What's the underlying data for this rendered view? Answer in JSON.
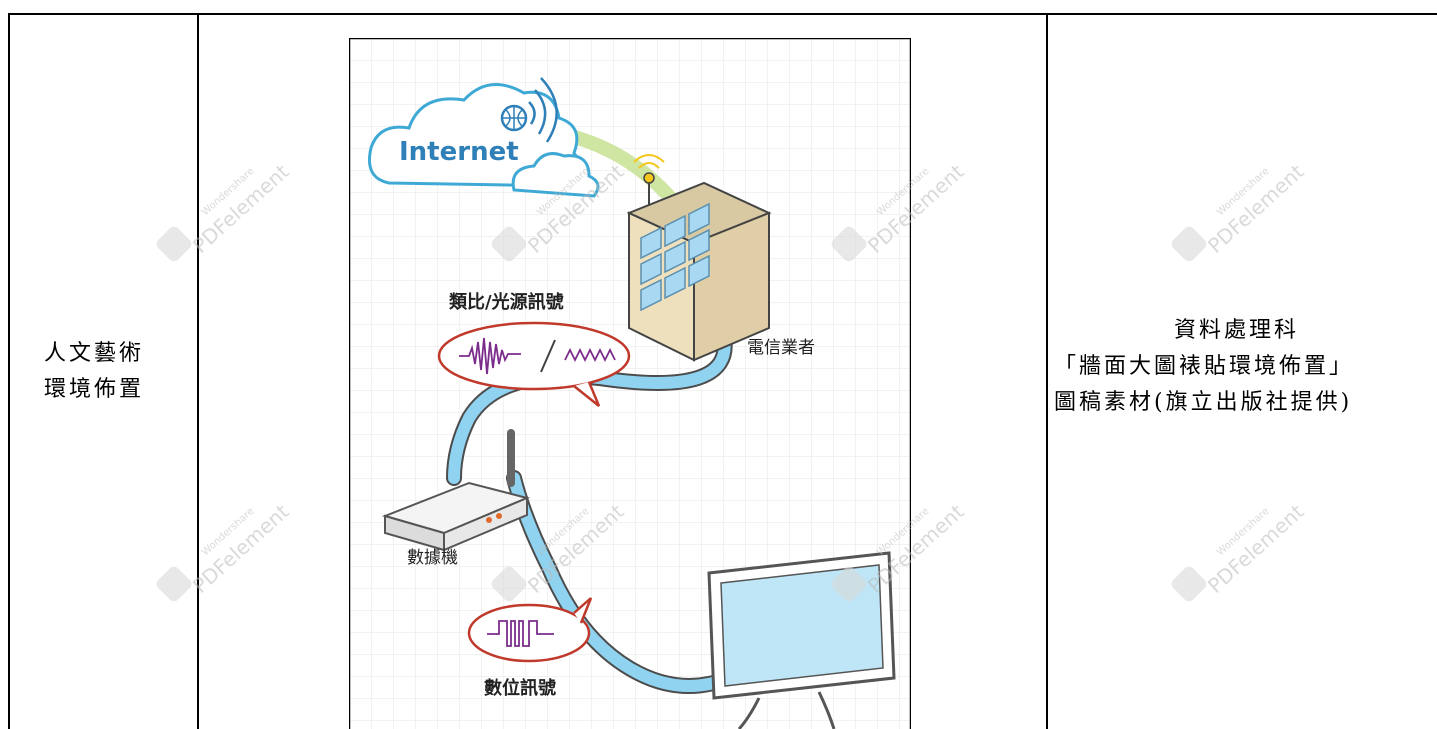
{
  "table": {
    "left_cell": {
      "line1": "人文藝術",
      "line2": "環境佈置"
    },
    "right_cell": {
      "line1": "資料處理科",
      "line2": "「牆面大圖裱貼環境佈置」",
      "line3": "圖稿素材(旗立出版社提供)"
    }
  },
  "figure": {
    "internet_label": "Internet",
    "analog_label": "類比/光源訊號",
    "carrier_label": "電信業者",
    "modem_label": "數據機",
    "digital_label": "數位訊號"
  },
  "watermark": {
    "brand": "PDFelement",
    "sub": "Wondershare"
  },
  "colors": {
    "cable": "#8fd3f0",
    "cloud": "#3fa9d6",
    "building": "#efe0bd",
    "bubble": "#c0392b",
    "screen": "#bfe6f7"
  }
}
